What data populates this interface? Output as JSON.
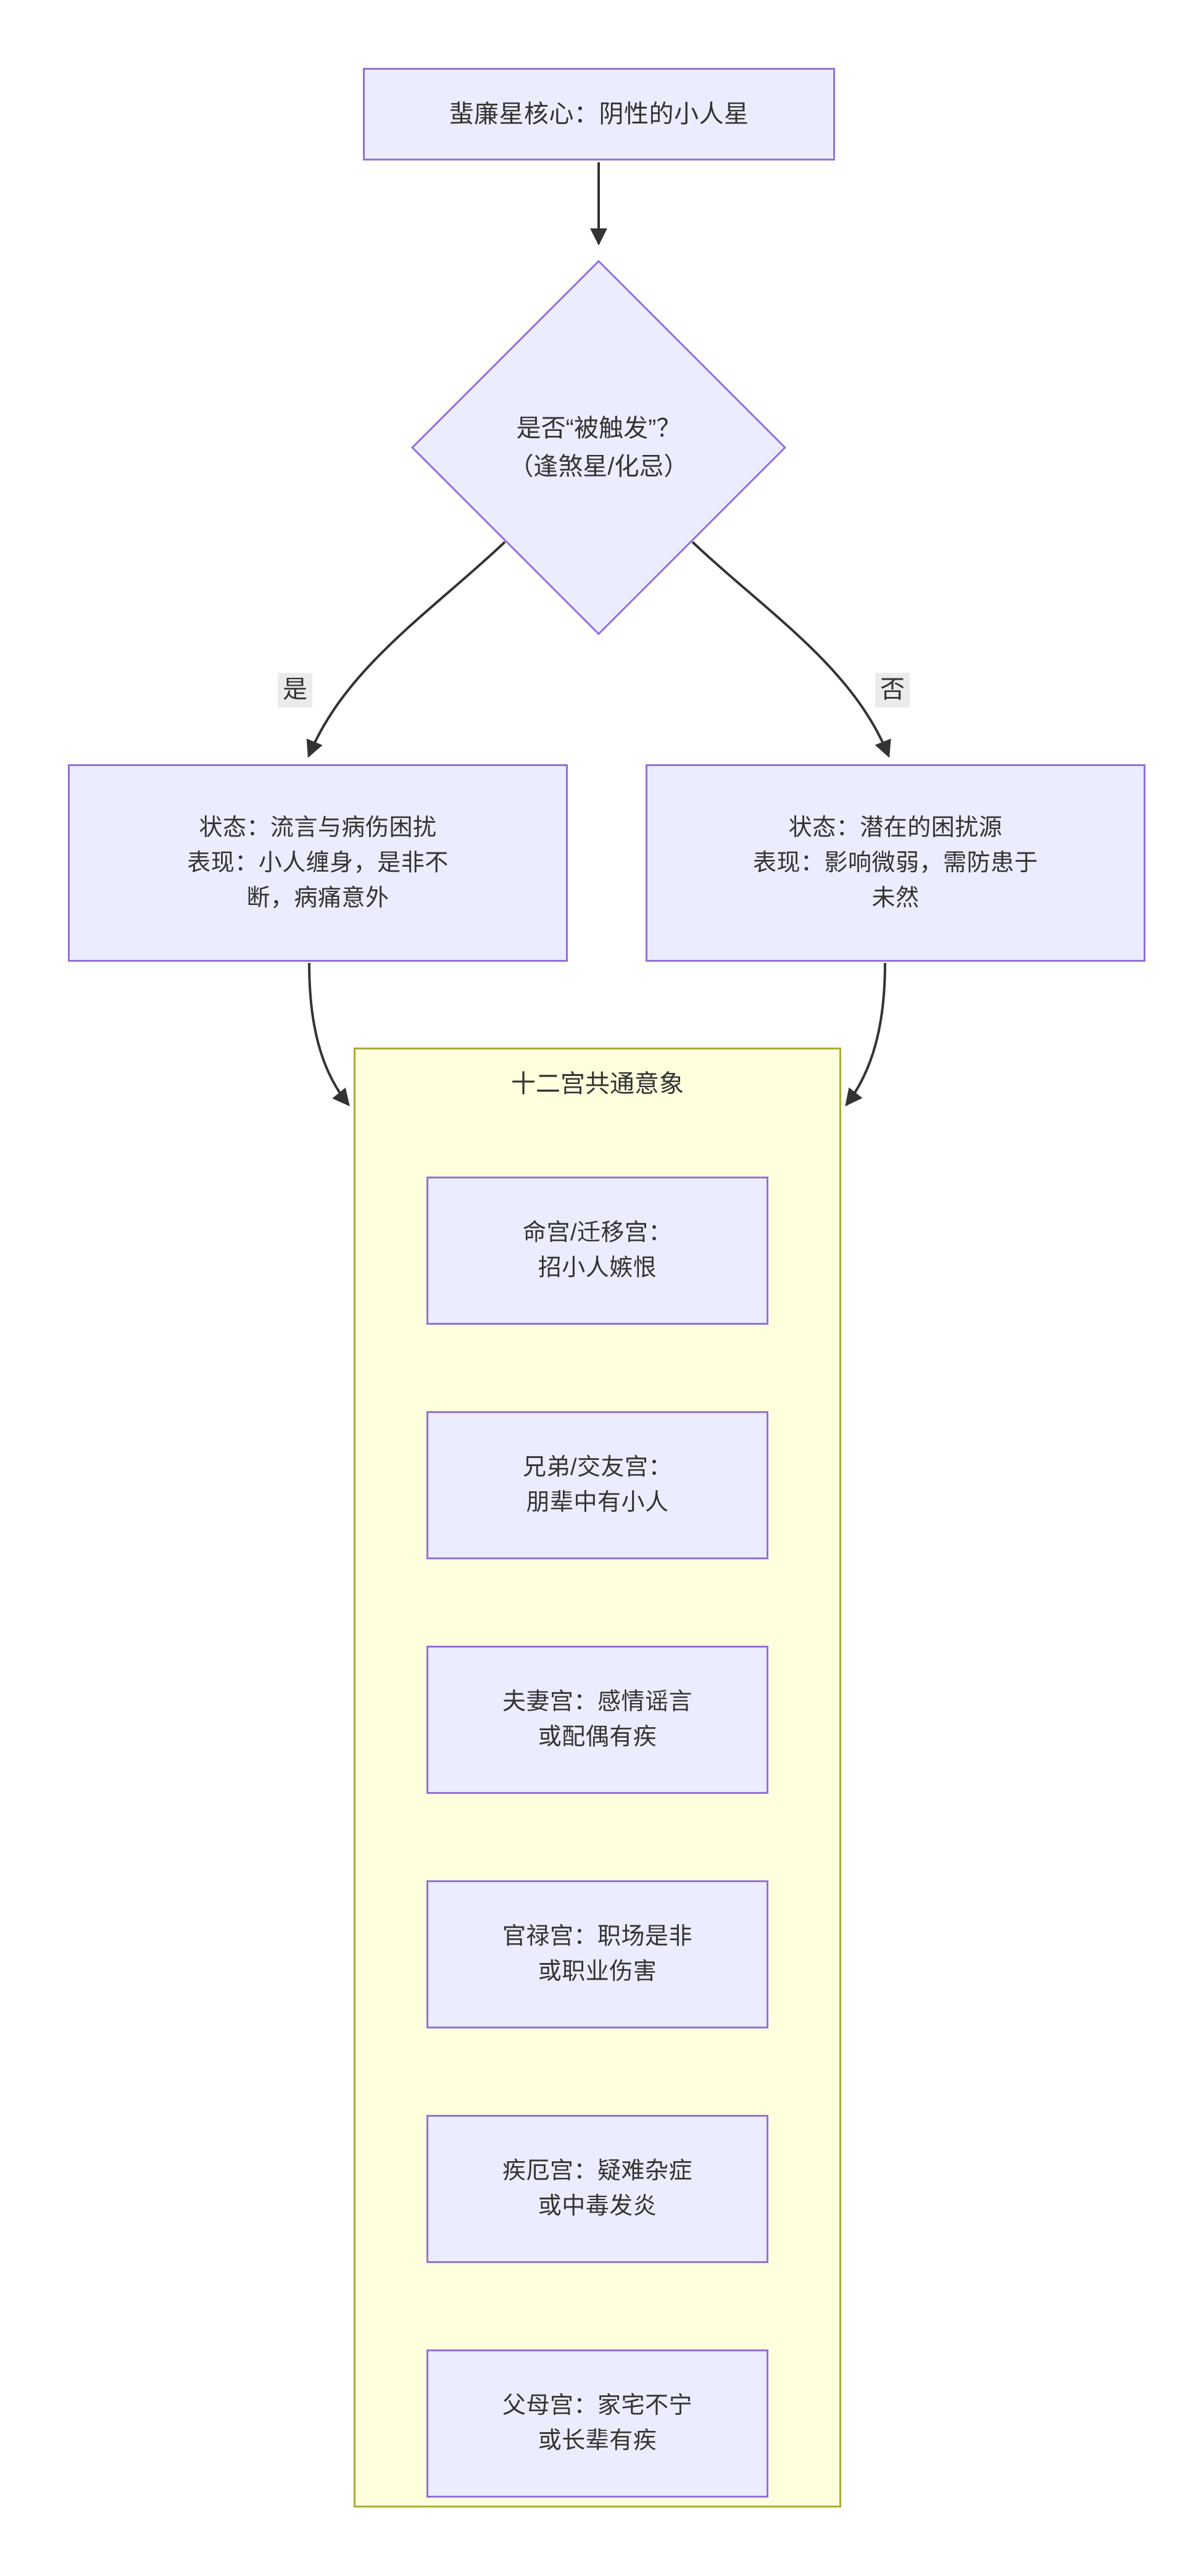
{
  "diagram": {
    "type": "flowchart",
    "direction": "top-down",
    "colors": {
      "node_fill": "#ececff",
      "node_border": "#9370db",
      "cluster_fill": "#ffffde",
      "cluster_border": "#aaaa33",
      "edge_stroke": "#333333",
      "edge_label_bg": "#ebebeb",
      "text": "#333333",
      "background": "#ffffff"
    },
    "root": {
      "id": "A",
      "shape": "rect",
      "lines": [
        "蜚廉星核心：阴性的小人星"
      ]
    },
    "decision": {
      "id": "B",
      "shape": "diamond",
      "lines": [
        "是否“被触发”？",
        "（逢煞星/化忌）"
      ]
    },
    "branches": [
      {
        "id": "C",
        "edge_label": "是",
        "shape": "rect",
        "lines": [
          "状态：流言与病伤困扰",
          "表现：小人缠身，是非不",
          "断，病痛意外"
        ]
      },
      {
        "id": "D",
        "edge_label": "否",
        "shape": "rect",
        "lines": [
          "状态：潜在的困扰源",
          "表现：影响微弱，需防患于",
          "未然"
        ]
      }
    ],
    "cluster": {
      "id": "S1",
      "title": "十二宫共通意象",
      "nodes": [
        {
          "id": "P1",
          "lines": [
            "命宫/迁移宫：",
            "招小人嫉恨"
          ]
        },
        {
          "id": "P2",
          "lines": [
            "兄弟/交友宫：",
            "朋辈中有小人"
          ]
        },
        {
          "id": "P3",
          "lines": [
            "夫妻宫：感情谣言",
            "或配偶有疾"
          ]
        },
        {
          "id": "P4",
          "lines": [
            "官禄宫：职场是非",
            "或职业伤害"
          ]
        },
        {
          "id": "P5",
          "lines": [
            "疾厄宫：疑难杂症",
            "或中毒发炎"
          ]
        },
        {
          "id": "P6",
          "lines": [
            "父母宫：家宅不宁",
            "或长辈有疾"
          ]
        }
      ]
    },
    "edges": [
      {
        "from": "A",
        "to": "B",
        "label": ""
      },
      {
        "from": "B",
        "to": "C",
        "label": "是"
      },
      {
        "from": "B",
        "to": "D",
        "label": "否"
      },
      {
        "from": "C",
        "to": "S1",
        "label": ""
      },
      {
        "from": "D",
        "to": "S1",
        "label": ""
      }
    ]
  }
}
